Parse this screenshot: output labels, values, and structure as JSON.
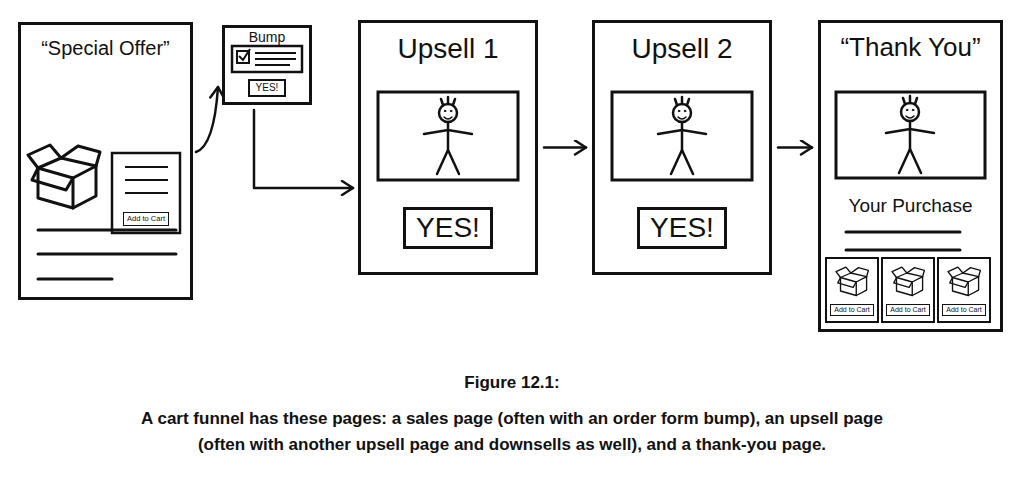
{
  "diagram": {
    "title": "Figure 12.1:",
    "caption": "A cart funnel has these pages: a sales page (often with an order form bump), an upsell page (often with another upsell page and downsells as well), and a thank-you page.",
    "nodes": [
      {
        "text": [
          "“Special Offer”"
        ]
      },
      {
        "text": [
          "Add to Cart"
        ],
        "in": 0
      },
      {
        "text": [
          "Bump"
        ]
      },
      {
        "text": [
          "YES!"
        ],
        "in": 2
      },
      {
        "text": [
          "Upsell 1"
        ]
      },
      {
        "text": [
          "YES!"
        ],
        "in": 4
      },
      {
        "text": [
          "Upsell 2"
        ]
      },
      {
        "text": [
          "YES!"
        ],
        "in": 6
      },
      {
        "text": [
          "“Thank You”",
          "Your Purchase"
        ]
      },
      {
        "text": [
          "Add to Cart"
        ],
        "in": 8
      },
      {
        "text": [
          "Add to Cart"
        ],
        "in": 8
      },
      {
        "text": [
          "Add to Cart"
        ],
        "in": 8
      }
    ],
    "edges": [
      {
        "from": 0,
        "to": 2,
        "arrow": "to"
      },
      {
        "from": 2,
        "to": 4,
        "arrow": "to"
      },
      {
        "from": 4,
        "to": 6,
        "arrow": "to"
      },
      {
        "from": 6,
        "to": 8,
        "arrow": "to"
      }
    ]
  }
}
